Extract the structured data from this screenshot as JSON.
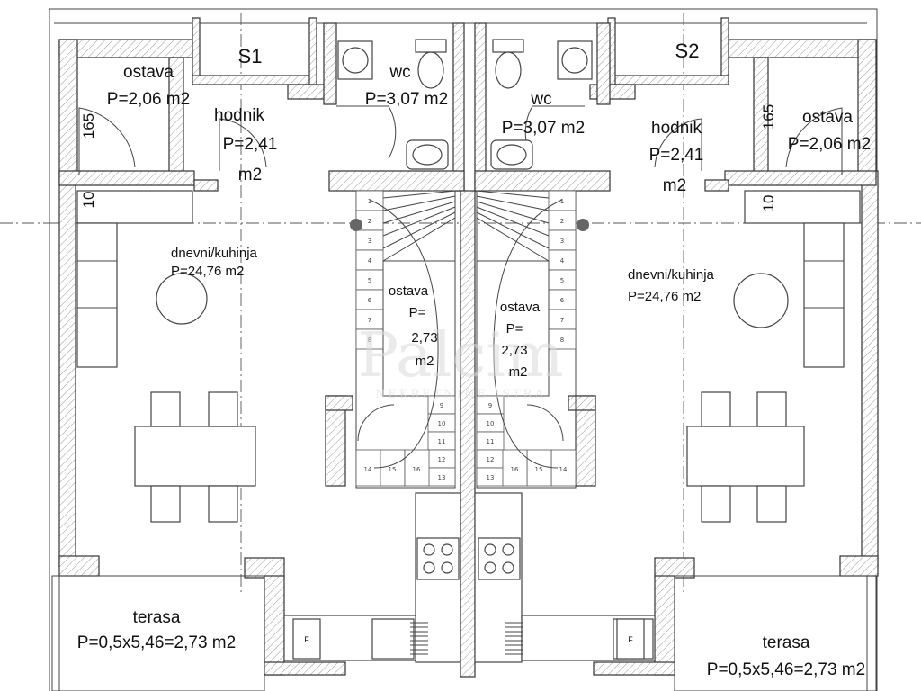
{
  "units": {
    "left": {
      "unit_label": "S1",
      "storage": {
        "name": "ostava",
        "area": "P=2,06 m2",
        "dim_a": "165",
        "dim_b": "10"
      },
      "hall": {
        "name": "hodnik",
        "area_line1": "P=2,41",
        "area_line2": "m2"
      },
      "wc": {
        "name": "wc",
        "area": "P=3,07 m2"
      },
      "living": {
        "name": "dnevni/kuhinja",
        "area": "P=24,76 m2"
      },
      "under_stair": {
        "name": "ostava",
        "l2": "P=",
        "l3": "2,73",
        "l4": "m2"
      },
      "terrace": {
        "name": "terasa",
        "area": "P=0,5x5,46=2,73 m2"
      }
    },
    "right": {
      "unit_label": "S2",
      "storage": {
        "name": "ostava",
        "area": "P=2,06 m2",
        "dim_a": "165",
        "dim_b": "10"
      },
      "hall": {
        "name": "hodnik",
        "area_line1": "P=2,41",
        "area_line2": "m2"
      },
      "wc": {
        "name": "wc",
        "area": "P=3,07 m2"
      },
      "living": {
        "name": "dnevni/kuhinja",
        "area": "P=24,76 m2"
      },
      "under_stair": {
        "name": "ostava",
        "l2": "P=",
        "l3": "2,73",
        "l4": "m2"
      },
      "terrace": {
        "name": "terasa",
        "area": "P=0,5x5,46=2,73 m2"
      }
    }
  },
  "fridge_mark": "F",
  "stair_numbers": [
    "1",
    "2",
    "3",
    "4",
    "5",
    "6",
    "7",
    "8",
    "9",
    "10",
    "11",
    "12",
    "13",
    "14",
    "15",
    "16"
  ],
  "watermark": {
    "main": "Palcim",
    "sub": "NEKRETNINE ISTRA"
  }
}
